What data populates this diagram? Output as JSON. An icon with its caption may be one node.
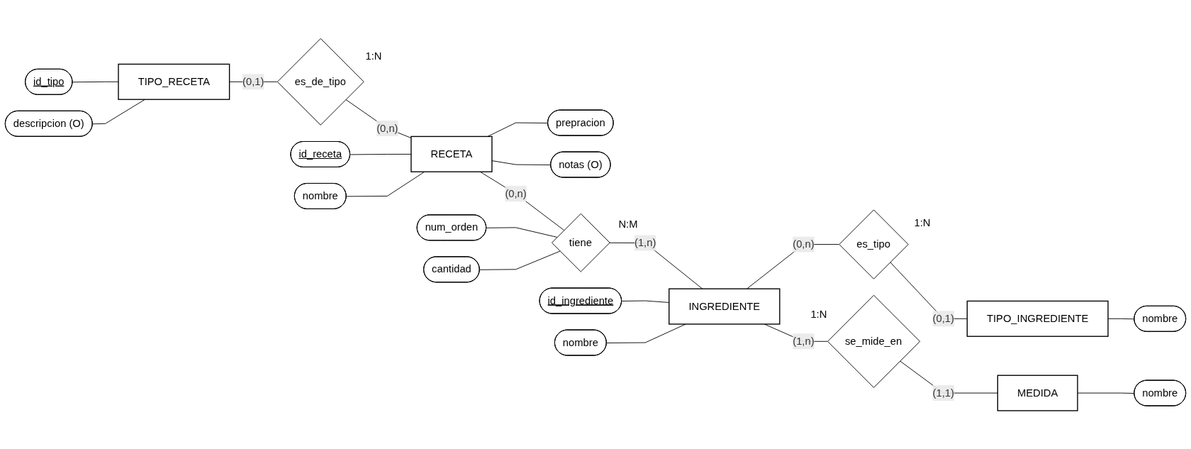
{
  "diagram": {
    "nodes": [
      {
        "text": [
          "TIPO_RECETA"
        ]
      },
      {
        "text": [
          "id_tipo"
        ]
      },
      {
        "text": [
          "descripcion (O)"
        ]
      },
      {
        "text": [
          "es_de_tipo"
        ],
        "beside": [
          "1:N"
        ]
      },
      {
        "text": [
          "RECETA"
        ]
      },
      {
        "text": [
          "id_receta"
        ]
      },
      {
        "text": [
          "nombre"
        ]
      },
      {
        "text": [
          "prepracion"
        ]
      },
      {
        "text": [
          "notas (O)"
        ]
      },
      {
        "text": [
          "tiene"
        ],
        "beside": [
          "N:M"
        ]
      },
      {
        "text": [
          "num_orden"
        ]
      },
      {
        "text": [
          "cantidad"
        ]
      },
      {
        "text": [
          "INGREDIENTE"
        ]
      },
      {
        "text": [
          "id_ingrediente"
        ]
      },
      {
        "text": [
          "nombre"
        ]
      },
      {
        "text": [
          "es_tipo"
        ],
        "beside": [
          "1:N"
        ]
      },
      {
        "text": [
          "se_mide_en"
        ],
        "beside": [
          "1:N"
        ]
      },
      {
        "text": [
          "TIPO_INGREDIENTE"
        ]
      },
      {
        "text": [
          "nombre"
        ]
      },
      {
        "text": [
          "MEDIDA"
        ]
      },
      {
        "text": [
          "nombre"
        ]
      }
    ],
    "edges": [
      {
        "from": 1,
        "to": 0,
        "arrow": "none"
      },
      {
        "from": 2,
        "to": 0,
        "arrow": "none"
      },
      {
        "from": 0,
        "to": 3,
        "arrow": "none",
        "label": "(0,1)"
      },
      {
        "from": 3,
        "to": 4,
        "arrow": "none",
        "label": "(0,n)"
      },
      {
        "from": 5,
        "to": 4,
        "arrow": "none"
      },
      {
        "from": 6,
        "to": 4,
        "arrow": "none"
      },
      {
        "from": 4,
        "to": 7,
        "arrow": "none"
      },
      {
        "from": 4,
        "to": 8,
        "arrow": "none"
      },
      {
        "from": 4,
        "to": 9,
        "arrow": "none",
        "label": "(0,n)"
      },
      {
        "from": 10,
        "to": 9,
        "arrow": "none"
      },
      {
        "from": 11,
        "to": 9,
        "arrow": "none"
      },
      {
        "from": 9,
        "to": 12,
        "arrow": "none",
        "label": "(1,n)"
      },
      {
        "from": 13,
        "to": 12,
        "arrow": "none"
      },
      {
        "from": 14,
        "to": 12,
        "arrow": "none"
      },
      {
        "from": 12,
        "to": 15,
        "arrow": "none",
        "label": "(0,n)"
      },
      {
        "from": 12,
        "to": 16,
        "arrow": "none",
        "label": "(1,n)"
      },
      {
        "from": 15,
        "to": 17,
        "arrow": "none",
        "label": "(0,1)"
      },
      {
        "from": 16,
        "to": 19,
        "arrow": "none",
        "label": "(1,1)"
      },
      {
        "from": 17,
        "to": 18,
        "arrow": "none"
      },
      {
        "from": 19,
        "to": 20,
        "arrow": "none"
      }
    ]
  }
}
